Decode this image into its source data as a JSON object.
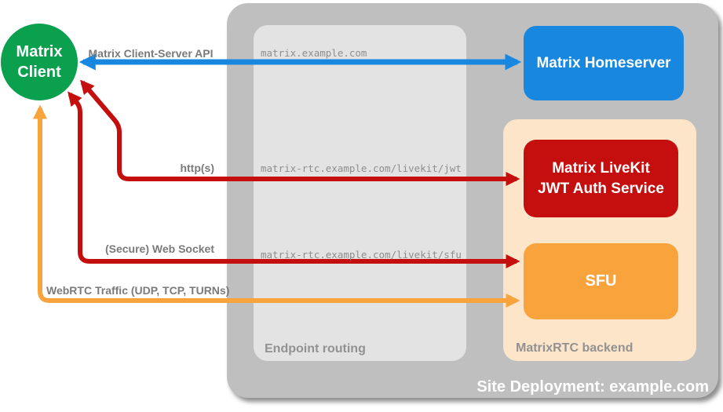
{
  "client": {
    "line1": "Matrix",
    "line2": "Client",
    "color": "#0aa04e"
  },
  "nodes": {
    "homeserver": {
      "label": "Matrix Homeserver",
      "color": "#1787e0"
    },
    "jwt_auth": {
      "line1": "Matrix LiveKit",
      "line2": "JWT Auth Service",
      "color": "#c50e0e"
    },
    "sfu": {
      "label": "SFU",
      "color": "#f8a33c"
    }
  },
  "groups": {
    "site": {
      "label": "Site Deployment: example.com",
      "color": "#bfbfbf"
    },
    "routing": {
      "label": "Endpoint routing",
      "color": "#e3e3e3"
    },
    "backend": {
      "label": "MatrixRTC backend",
      "color": "#fce5c9"
    }
  },
  "endpoints": {
    "homeserver": "matrix.example.com",
    "jwt": "matrix-rtc.example.com/livekit/jwt",
    "sfu": "matrix-rtc.example.com/livekit/sfu"
  },
  "arrows": {
    "api": {
      "label": "Matrix Client-Server API",
      "color": "#1787e0"
    },
    "http": {
      "label": "http(s)",
      "color": "#c50e0e"
    },
    "websocket": {
      "label": "(Secure) Web Socket",
      "color": "#c50e0e"
    },
    "webrtc": {
      "label": "WebRTC Traffic (UDP, TCP, TURNs)",
      "color": "#f8a33c"
    }
  }
}
